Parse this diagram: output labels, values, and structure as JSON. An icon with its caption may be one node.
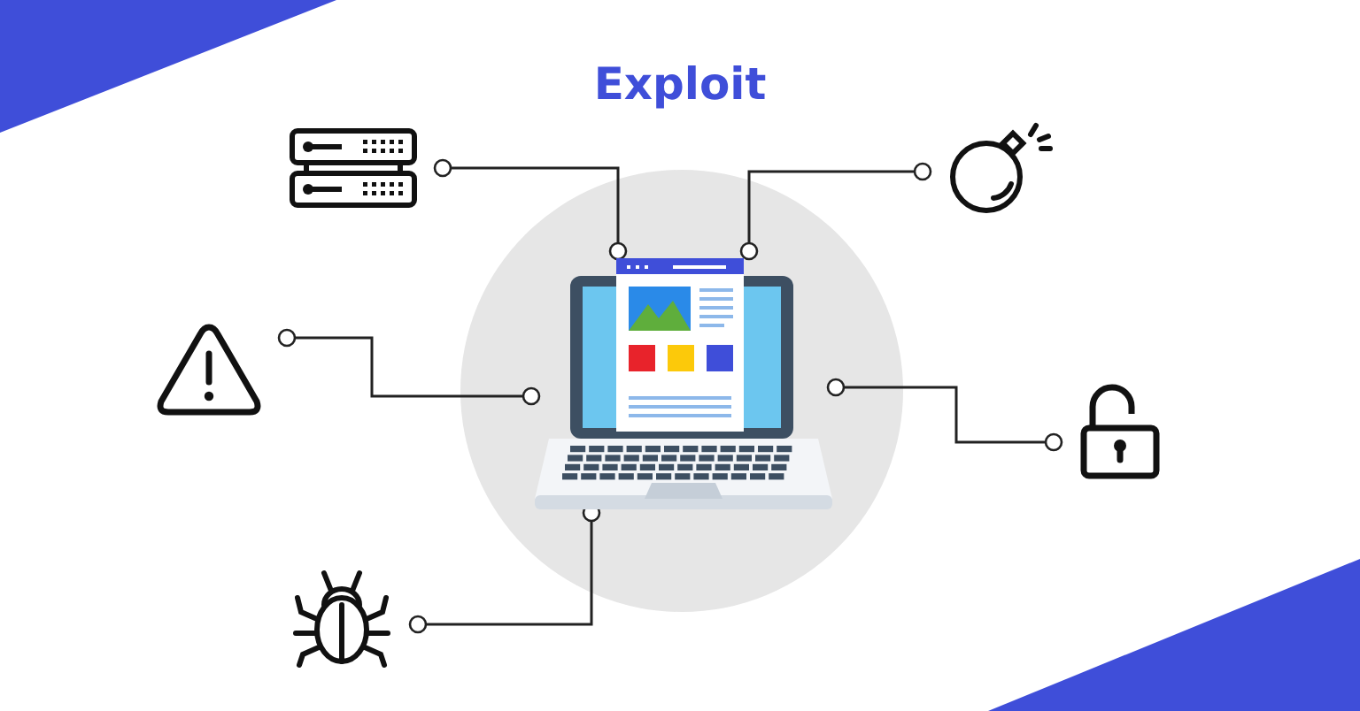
{
  "diagram": {
    "title": "Exploit",
    "nodes": [
      {
        "text": [],
        "shape": "picture"
      },
      {
        "text": [],
        "shape": "picture"
      },
      {
        "text": [],
        "shape": "picture"
      },
      {
        "text": [],
        "shape": "picture"
      },
      {
        "text": [],
        "shape": "picture"
      },
      {
        "text": [],
        "shape": "picture"
      }
    ],
    "edges": [
      {
        "from": 0,
        "to": 2,
        "arrow": "other"
      },
      {
        "from": 1,
        "to": 2,
        "arrow": "other"
      },
      {
        "from": 3,
        "to": 2,
        "arrow": "other"
      },
      {
        "from": 4,
        "to": 2,
        "arrow": "other"
      },
      {
        "from": 5,
        "to": 2,
        "arrow": "other"
      }
    ]
  }
}
